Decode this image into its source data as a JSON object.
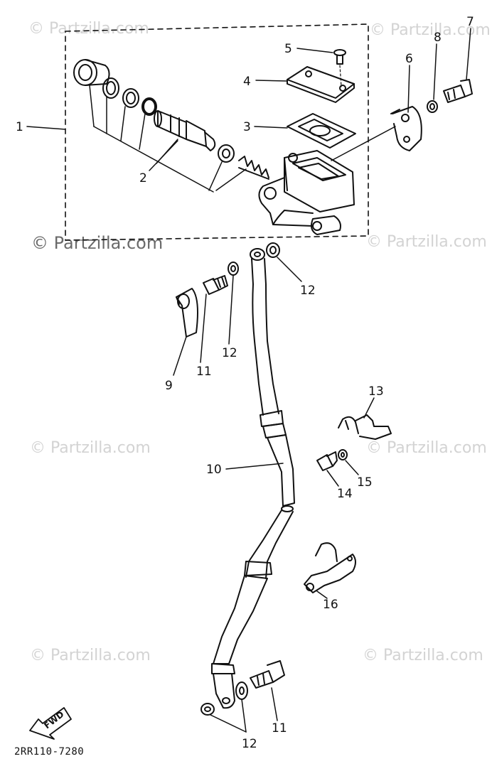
{
  "watermark": "© Partzilla.com",
  "diagram_code": "2RR110-7280",
  "fwd_label": "FWD",
  "callouts": {
    "c1": "1",
    "c2": "2",
    "c3": "3",
    "c4": "4",
    "c5": "5",
    "c6": "6",
    "c7": "7",
    "c8": "8",
    "c9": "9",
    "c10": "10",
    "c11a": "11",
    "c11b": "11",
    "c12a": "12",
    "c12b": "12",
    "c12c": "12",
    "c13": "13",
    "c14": "14",
    "c15": "15",
    "c16": "16"
  }
}
